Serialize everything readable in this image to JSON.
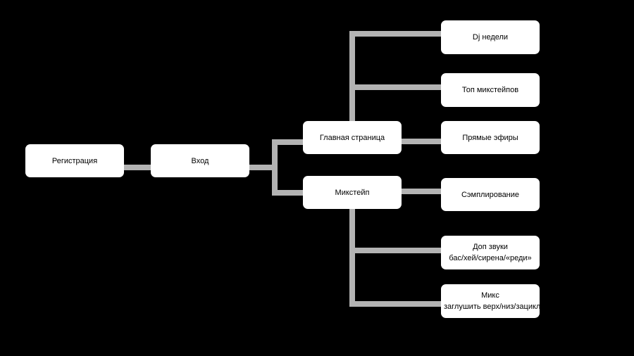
{
  "diagram": {
    "connector_color": "#b3b3b3",
    "background_color": "#000000",
    "node_color": "#ffffff",
    "nodes": {
      "register": "Регистрация",
      "login": "Вход",
      "main_page": "Главная страница",
      "mixtape": "Микстейп",
      "dj_week": "Dj недели",
      "top_mixtapes": "Топ микстейпов",
      "live": "Прямые эфиры",
      "sampling": "Сэмплирование",
      "extra_sounds": "Доп звуки",
      "extra_sounds_detail": "бас/хей/сирена/«реди»",
      "mix": "Микс",
      "mix_detail": "заглушить верх/низ/зациклить"
    },
    "edges": [
      [
        "register",
        "login"
      ],
      [
        "login",
        "main_page"
      ],
      [
        "login",
        "mixtape"
      ],
      [
        "main_page",
        "dj_week"
      ],
      [
        "main_page",
        "top_mixtapes"
      ],
      [
        "main_page",
        "live"
      ],
      [
        "mixtape",
        "sampling"
      ],
      [
        "mixtape",
        "extra_sounds"
      ],
      [
        "mixtape",
        "mix"
      ]
    ]
  }
}
